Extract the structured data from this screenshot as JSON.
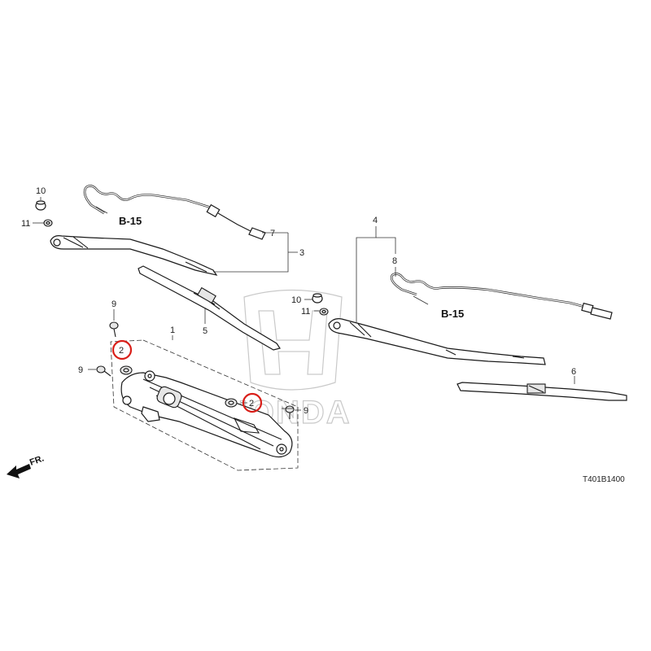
{
  "callouts": {
    "c10_left": "10",
    "c11_left": "11",
    "c7": "7",
    "c3": "3",
    "c9_top": "9",
    "c1": "1",
    "c5": "5",
    "c2_left": "2",
    "c9_left": "9",
    "c2_right": "2",
    "c9_right": "9",
    "c10_mid": "10",
    "c11_mid": "11",
    "c4": "4",
    "c8": "8",
    "c6": "6"
  },
  "refs": {
    "b15_left": "B-15",
    "b15_right": "B-15"
  },
  "watermark": {
    "brand_text": "HONDA"
  },
  "front_indicator": "FR.",
  "diagram_code": "T401B1400",
  "colors": {
    "line": "#1a1a1a",
    "highlight": "#d91e18",
    "watermark": "#c9c9c9"
  }
}
